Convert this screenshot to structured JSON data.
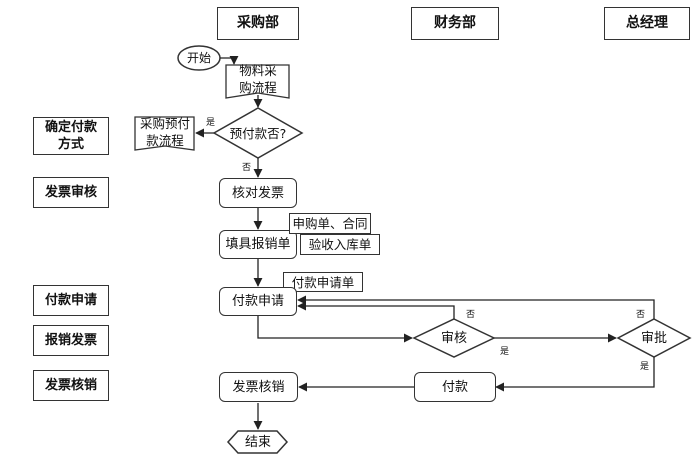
{
  "lanes": {
    "purchasing": "采购部",
    "finance": "财务部",
    "gm": "总经理"
  },
  "phases": {
    "payment_method": "确定付款方式",
    "invoice_review": "发票审核",
    "payment_request": "付款申请",
    "submit_invoice": "报销发票",
    "invoice_writeoff": "发票核销"
  },
  "nodes": {
    "start": "开始",
    "material_purchase": "物料采购流程",
    "prepay_question": "预付款否?",
    "prepay_process": "采购预付款流程",
    "check_invoice": "核对发票",
    "fill_reimbursement": "填具报销单",
    "doc_purchase_contract": "申购单、合同",
    "doc_receipt_note": "验收入库单",
    "doc_payment_form": "付款申请单",
    "payment_request": "付款申请",
    "review": "审核",
    "approve": "审批",
    "pay": "付款",
    "invoice_writeoff": "发票核销",
    "end": "结束"
  },
  "edge_labels": {
    "prepay_yes": "是",
    "prepay_no": "否",
    "review_yes": "是",
    "review_no": "否",
    "approve_yes": "是",
    "approve_no": "否"
  }
}
